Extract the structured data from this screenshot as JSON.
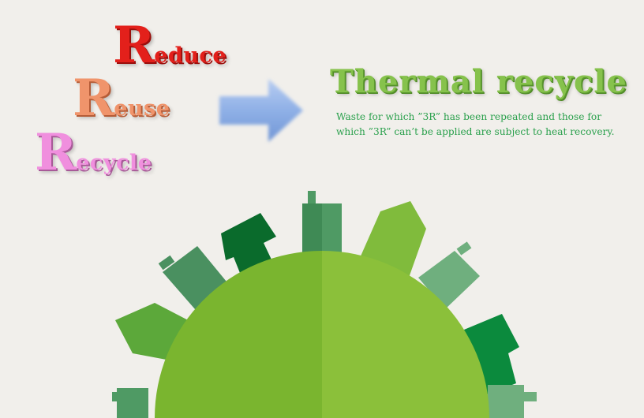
{
  "three_r": {
    "reduce": {
      "cap": "R",
      "rest": "educe",
      "color": "#e3201b"
    },
    "reuse": {
      "cap": "R",
      "rest": "euse",
      "color": "#f0946b"
    },
    "recycle": {
      "cap": "R",
      "rest": "ecycle",
      "color": "#f08fde"
    }
  },
  "arrow": {
    "icon": "right-arrow-icon",
    "color": "#8fb0e6"
  },
  "thermal": {
    "title": "Thermal recycle",
    "line1": "Waste for which ”3R” has been repeated and those for",
    "line2": "which ”3R” can’t be applied are subject to heat recovery.",
    "title_color": "#86c24c",
    "text_color": "#2aa04c"
  },
  "illustration": {
    "icon": "green-earth-factory-icon",
    "globe_left": "#7ab52f",
    "globe_right": "#8bc03a"
  }
}
